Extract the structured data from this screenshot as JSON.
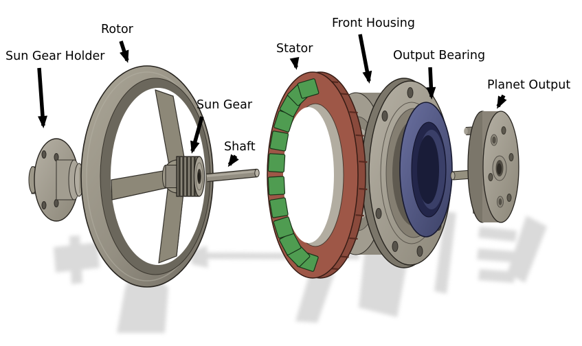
{
  "diagram": {
    "type": "exploded-view-cad-assembly",
    "subject": "electric motor with planetary gearbox"
  },
  "labels": {
    "sun_gear_holder": "Sun Gear Holder",
    "rotor": "Rotor",
    "sun_gear": "Sun Gear",
    "shaft": "Shaft",
    "stator": "Stator",
    "front_housing": "Front Housing",
    "output_bearing": "Output Bearing",
    "planet_output": "Planet Output"
  },
  "colors": {
    "background": "#ffffff",
    "label_text": "#000000",
    "arrow": "#000000",
    "metal_light": "#b2ada1",
    "metal_mid": "#9a9488",
    "metal_dark": "#6f6a5f",
    "stator_coil_green": "#4f9c51",
    "stator_frame_red": "#9e5747",
    "bearing_blue": "#545a88",
    "bearing_bore": "#23264a",
    "shadow": "#d6d6d6"
  }
}
